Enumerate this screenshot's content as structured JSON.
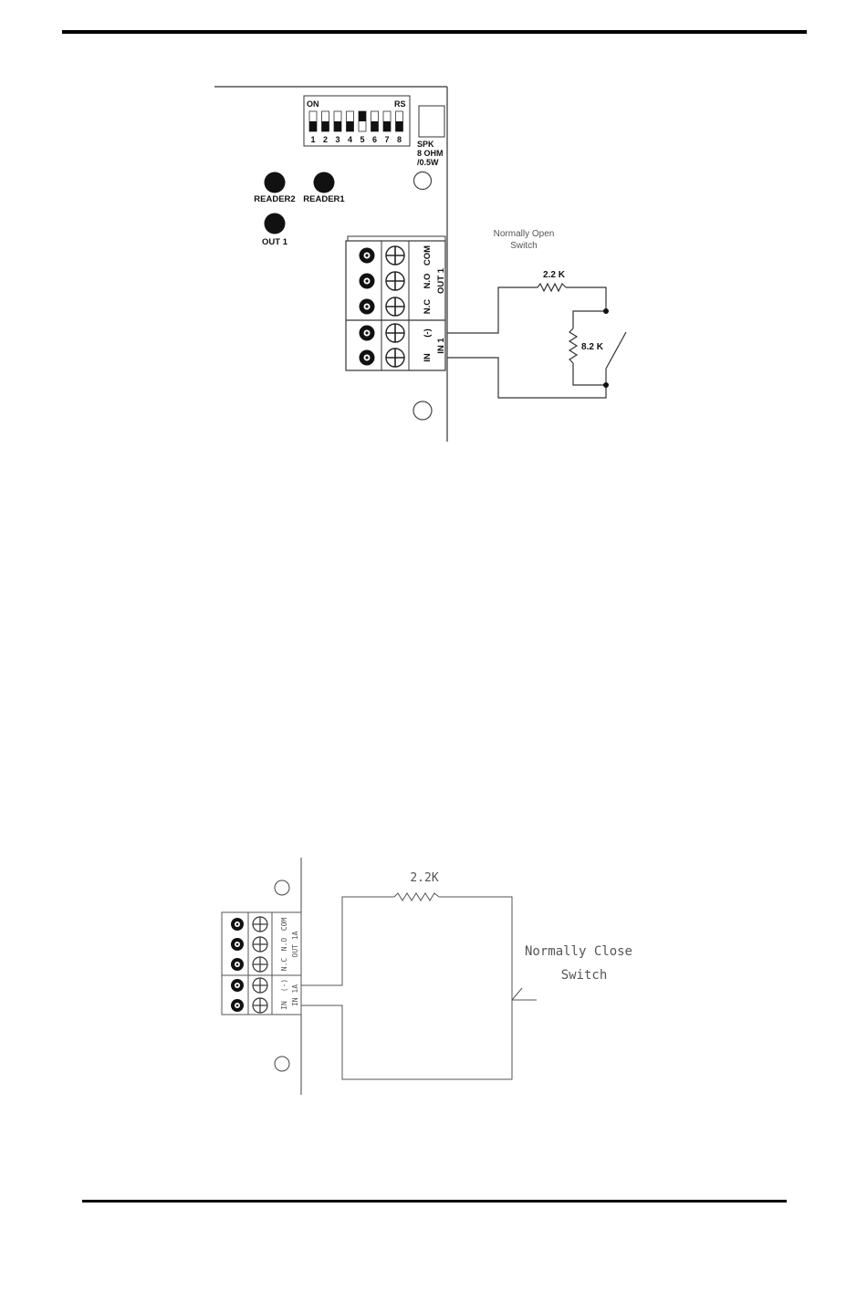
{
  "top_diagram": {
    "dip_on": "ON",
    "dip_rs": "RS",
    "dip_numbers": [
      "1",
      "2",
      "3",
      "4",
      "5",
      "6",
      "7",
      "8"
    ],
    "spk_lines": [
      "SPK",
      "8 OHM",
      "/0.5W"
    ],
    "reader2": "READER2",
    "reader1": "READER1",
    "out1_led": "OUT 1",
    "terminal_labels": [
      "COM",
      "N.O",
      "N.C",
      "(-)",
      "IN"
    ],
    "group_out": "OUT 1",
    "group_in": "IN 1",
    "switch_note": [
      "Normally Open",
      "Switch"
    ],
    "resistor_series": "2.2 K",
    "resistor_parallel": "8.2 K"
  },
  "bottom_diagram": {
    "terminal_labels": [
      "COM",
      "N.O",
      "N.C",
      "(-)",
      "IN"
    ],
    "group_out": "OUT 1A",
    "group_in": "IN 1A",
    "resistor_series": "2.2K",
    "switch_note": [
      "Normally Close",
      "Switch"
    ]
  }
}
